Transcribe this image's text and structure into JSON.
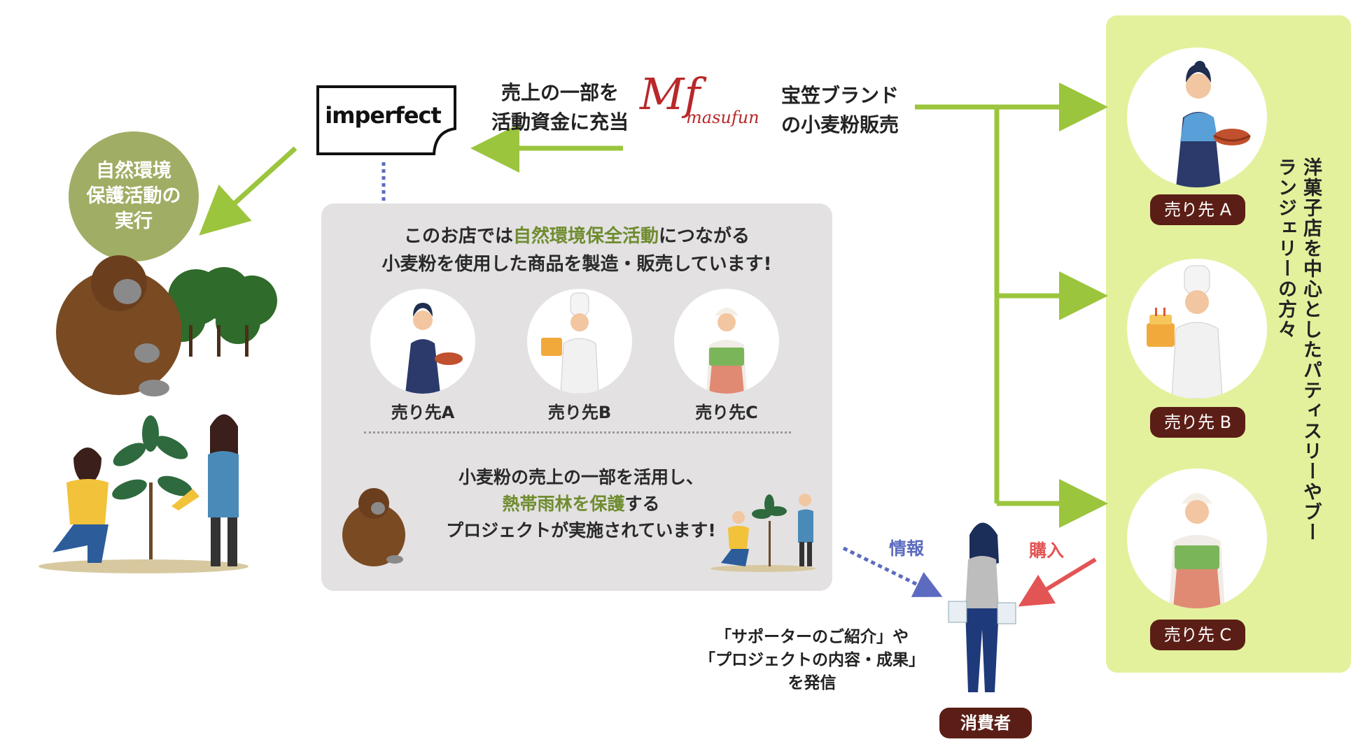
{
  "logos": {
    "imperfect": "imperfect",
    "masufun": "masufun",
    "masufun_monogram": "Mf"
  },
  "labels": {
    "funding": [
      "売上の一部を",
      "活動資金に充当"
    ],
    "sales": [
      "宝笠ブランド",
      "の小麦粉販売"
    ],
    "nature_activity": [
      "自然環境",
      "保護活動の",
      "実行"
    ],
    "info": "情報",
    "buy": "購入",
    "send": [
      "「サポーターのご紹介」や",
      "「プロジェクトの内容・成果」",
      "を発信"
    ],
    "consumer": "消費者"
  },
  "info_box": {
    "headline_pre": "このお店では",
    "headline_highlight": "自然環境保全活動",
    "headline_post": "につながる",
    "headline_line2": "小麦粉を使用した商品を製造・販売しています!",
    "shops": [
      "売り先A",
      "売り先B",
      "売り先C"
    ],
    "body_line1": "小麦粉の売上の一部を活用し、",
    "body_highlight": "熱帯雨林を保護",
    "body_line2_post": "する",
    "body_line3": "プロジェクトが実施されています!"
  },
  "right_panel": {
    "customers": [
      "売り先 A",
      "売り先 B",
      "売り先 C"
    ],
    "caption": "洋菓子店を中心としたパティスリーやブーランジェリーの方々"
  },
  "colors": {
    "arrow_green": "#9bc53d",
    "panel_green": "#e3f19c",
    "circle_green": "#a0ad64",
    "pill_brown": "#5b1e16",
    "info_blue": "#5c6bc0",
    "buy_red": "#e35454",
    "box_grey": "#e3e1e2"
  }
}
